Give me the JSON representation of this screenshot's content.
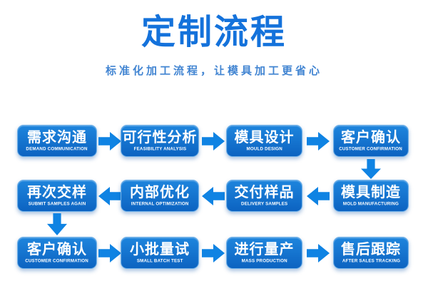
{
  "title": "定制流程",
  "subtitle": "标准化加工流程，让模具加工更省心",
  "colors": {
    "background": "#FFFFFF",
    "title": "#1472DB",
    "subtitle": "#4285D2",
    "box_top": "#1E85DD",
    "box_bottom": "#0C63C1",
    "box_border": "#6FB0E8",
    "arrow": "#0F83E3",
    "text": "#FFFFFF"
  },
  "rows": [
    {
      "direction": "right"
    },
    {
      "direction": "left"
    },
    {
      "direction": "right"
    }
  ],
  "steps": [
    {
      "zh": "需求沟通",
      "en": "DEMAND COMMUNICATION"
    },
    {
      "zh": "可行性分析",
      "en": "FEASIBILITY ANALYSIS"
    },
    {
      "zh": "模具设计",
      "en": "MOULD DESIGN"
    },
    {
      "zh": "客户确认",
      "en": "CUSTOMER CONFIRMATION"
    },
    {
      "zh": "再次交样",
      "en": "SUBMIT SAMPLES AGAIN"
    },
    {
      "zh": "内部优化",
      "en": "INTERNAL OPTIMIZATION"
    },
    {
      "zh": "交付样品",
      "en": "DELIVERY SAMPLES"
    },
    {
      "zh": "模具制造",
      "en": "MOLD MANUFACTURING"
    },
    {
      "zh": "客户确认",
      "en": "CUSTOMER CONFIRMATION"
    },
    {
      "zh": "小批量试",
      "en": "SMALL BATCH TEST"
    },
    {
      "zh": "进行量产",
      "en": "MASS PRODUCTION"
    },
    {
      "zh": "售后跟踪",
      "en": "AFTER SALES TRACKING"
    }
  ]
}
